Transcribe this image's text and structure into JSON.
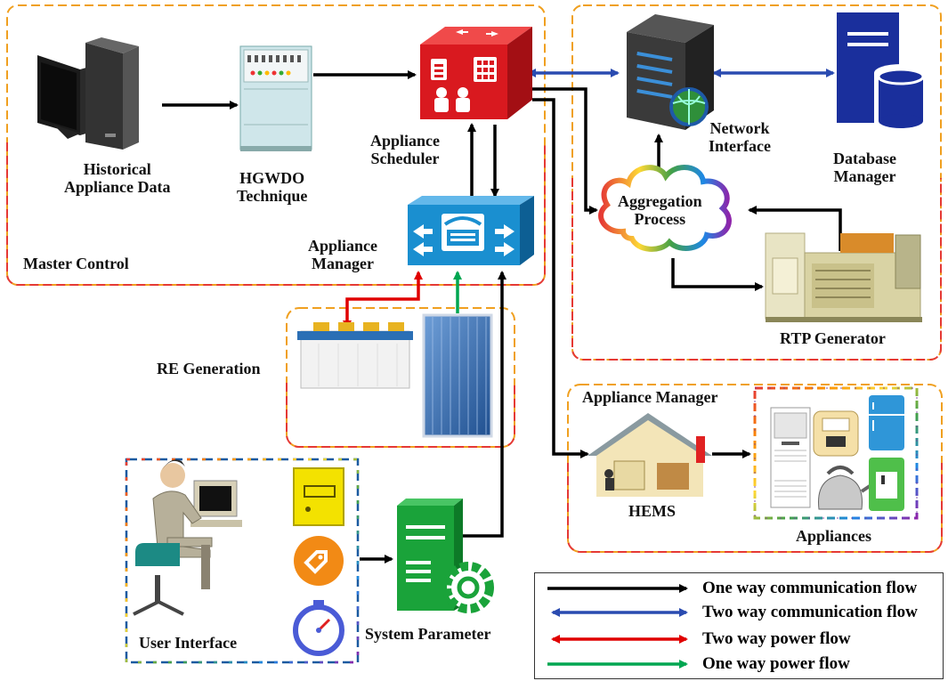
{
  "labels": {
    "historical": "Historical\nAppliance Data",
    "hgwdo": "HGWDO\nTechnique",
    "scheduler": "Appliance\nScheduler",
    "manager": "Appliance\nManager",
    "master_control": "Master Control",
    "network": "Network\nInterface",
    "database": "Database\nManager",
    "aggregation": "Aggregation\nProcess",
    "rtp": "RTP Generator",
    "re_generation": "RE Generation",
    "home_manager": "Appliance Manager",
    "hems": "HEMS",
    "appliances": "Appliances",
    "user_interface": "User Interface",
    "system_parameter": "System Parameter"
  },
  "legend": [
    {
      "text": "One way communication flow",
      "color": "#000000",
      "two_way": false
    },
    {
      "text": "Two way communication flow",
      "color": "#2a4bb0",
      "two_way": true
    },
    {
      "text": "Two way power flow",
      "color": "#e00000",
      "two_way": true
    },
    {
      "text": "One way power flow",
      "color": "#00a651",
      "two_way": false
    }
  ],
  "colors": {
    "comm": "#000000",
    "two_way_comm": "#2a4bb0",
    "power_two_way": "#e00000",
    "power_one_way": "#00a651",
    "scheduler_red": "#d9191f",
    "manager_blue": "#1a8fd0",
    "server_green": "#1aa33a",
    "database_blue": "#1a2f9c"
  }
}
